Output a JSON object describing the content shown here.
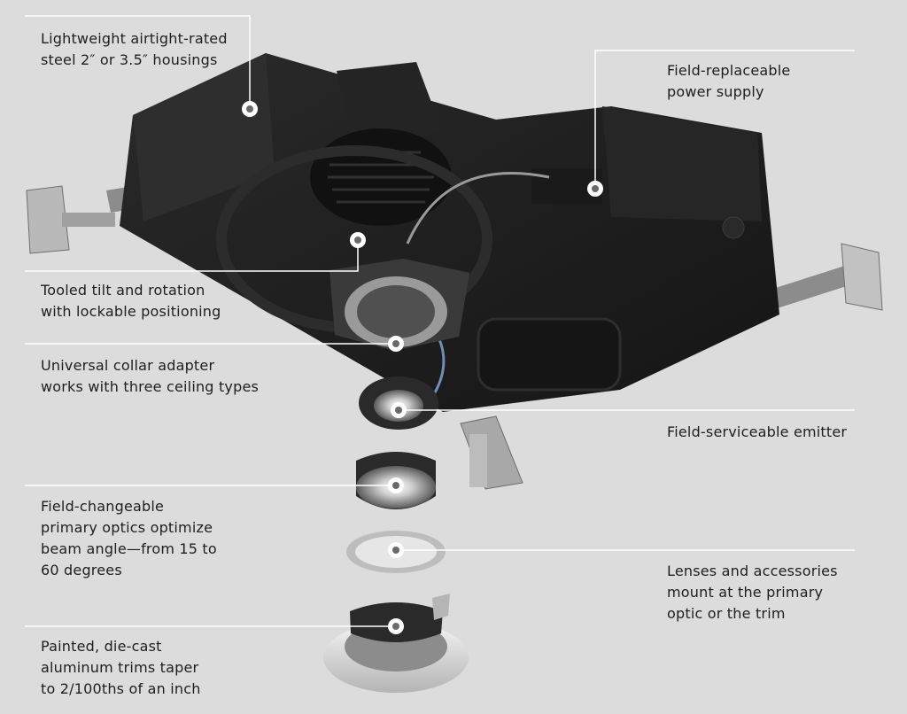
{
  "callouts": {
    "housings": "Lightweight airtight-rated\nsteel 2″ or 3.5″ housings",
    "power_supply": "Field-replaceable\npower supply",
    "tilt_rotation": "Tooled tilt and rotation\nwith lockable positioning",
    "collar_adapter": "Universal collar adapter\nworks with three ceiling types",
    "emitter": "Field-serviceable emitter",
    "primary_optics": "Field-changeable\nprimary optics optimize\nbeam angle—from 15 to\n60 degrees",
    "lenses": "Lenses and accessories\nmount at the primary\noptic or the trim",
    "trims": "Painted, die-cast\naluminum trims taper\nto 2/100ths of an inch"
  },
  "colors": {
    "background": "#dcdcdc",
    "housing": "#1c1c1c",
    "leader_line": "#ffffff",
    "text": "#1e1e1e"
  }
}
